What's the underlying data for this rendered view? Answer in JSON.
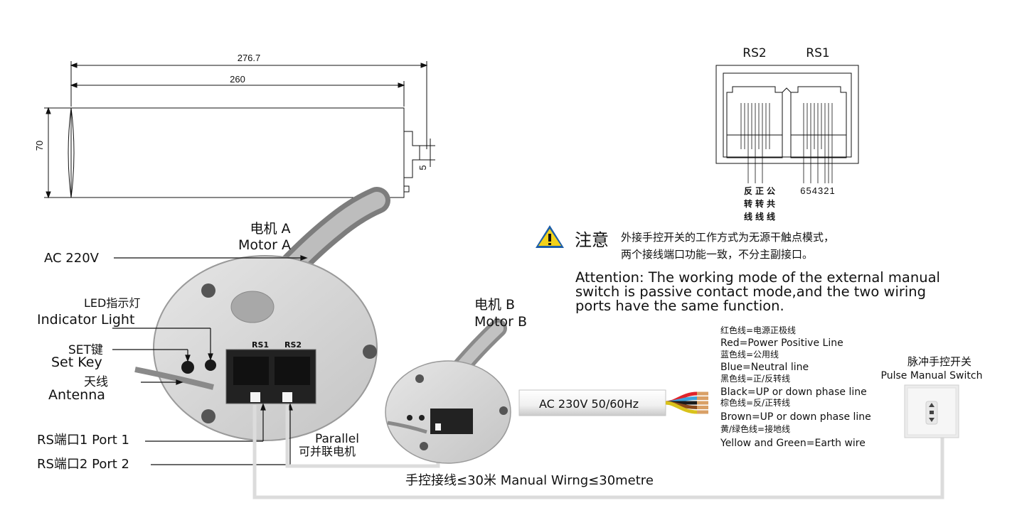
{
  "dimensions": {
    "overall_length": "276.7",
    "body_length": "260",
    "diameter": "70",
    "shaft": "5"
  },
  "connector": {
    "port_left": "RS2",
    "port_right": "RS1",
    "wire_numbers": "654321",
    "wire_func_col1": [
      "反",
      "转",
      "线"
    ],
    "wire_func_col2": [
      "正",
      "转",
      "线"
    ],
    "wire_func_col3": [
      "公",
      "共",
      "线"
    ]
  },
  "note": {
    "title_cn": "注意",
    "line1_cn": "外接手控开关的工作方式为无源干触点模式，",
    "line2_cn": "两个接线端口功能一致，不分主副接口。",
    "en_lines": [
      "Attention: The working mode of the external manual",
      "switch is passive contact mode,and the two wiring",
      "ports have the same function."
    ]
  },
  "motor_a": {
    "cn": "电机 A",
    "en": "Motor A",
    "port_label_1": "RS1",
    "port_label_2": "RS2"
  },
  "motor_b": {
    "cn": "电机 B",
    "en": "Motor B"
  },
  "labels": {
    "ac220": "AC 220V",
    "led_cn": "LED指示灯",
    "led_en": "Indicator  Light",
    "set_cn": "SET键",
    "set_en": "Set Key",
    "ant_cn": "天线",
    "ant_en": "Antenna",
    "port1": "RS端口1  Port 1",
    "port2": "RS端口2  Port 2",
    "parallel_en": "Parallel",
    "parallel_cn": "可并联电机",
    "manual_wiring": "手控接线≤30米  Manual Wirng≤30metre"
  },
  "cable": {
    "label": "AC 230V 50/60Hz",
    "colors": [
      "#e0242b",
      "#3fa3dc",
      "#1a1a1a",
      "#8a4a1c",
      "#d9c21a"
    ]
  },
  "wires": [
    "红色线=电源正极线",
    "Red=Power Positive Line",
    "蓝色线=公用线",
    "Blue=Neutral line",
    "黑色线=正/反转线",
    "Black=UP or down phase line",
    "棕色线=反/正转线",
    "Brown=UP or down phase line",
    "黄/绿色线=接地线",
    "Yellow and Green=Earth wire"
  ],
  "switch": {
    "cn": "脉冲手控开关",
    "en": "Pulse Manual Switch"
  }
}
